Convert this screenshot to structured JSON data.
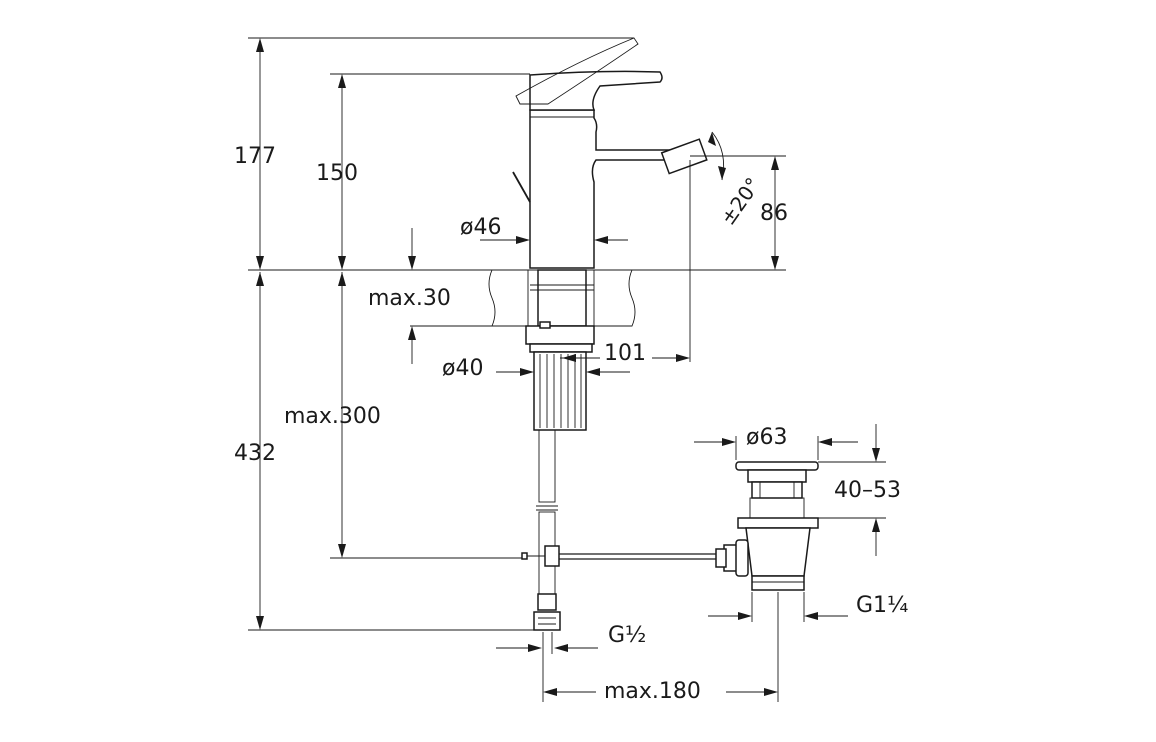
{
  "dimensions": {
    "total_height": "177",
    "body_height": "150",
    "outlet_height": "86",
    "spray_angle": "±20°",
    "body_diameter": "ø46",
    "max_deck": "max.30",
    "reach": "101",
    "shank_diameter": "ø40",
    "hose_length": "max.300",
    "below_height": "432",
    "waste_diameter": "ø63",
    "waste_range": "40–53",
    "waste_thread": "G1¼",
    "hose_thread": "G½",
    "max_spacing": "max.180"
  }
}
